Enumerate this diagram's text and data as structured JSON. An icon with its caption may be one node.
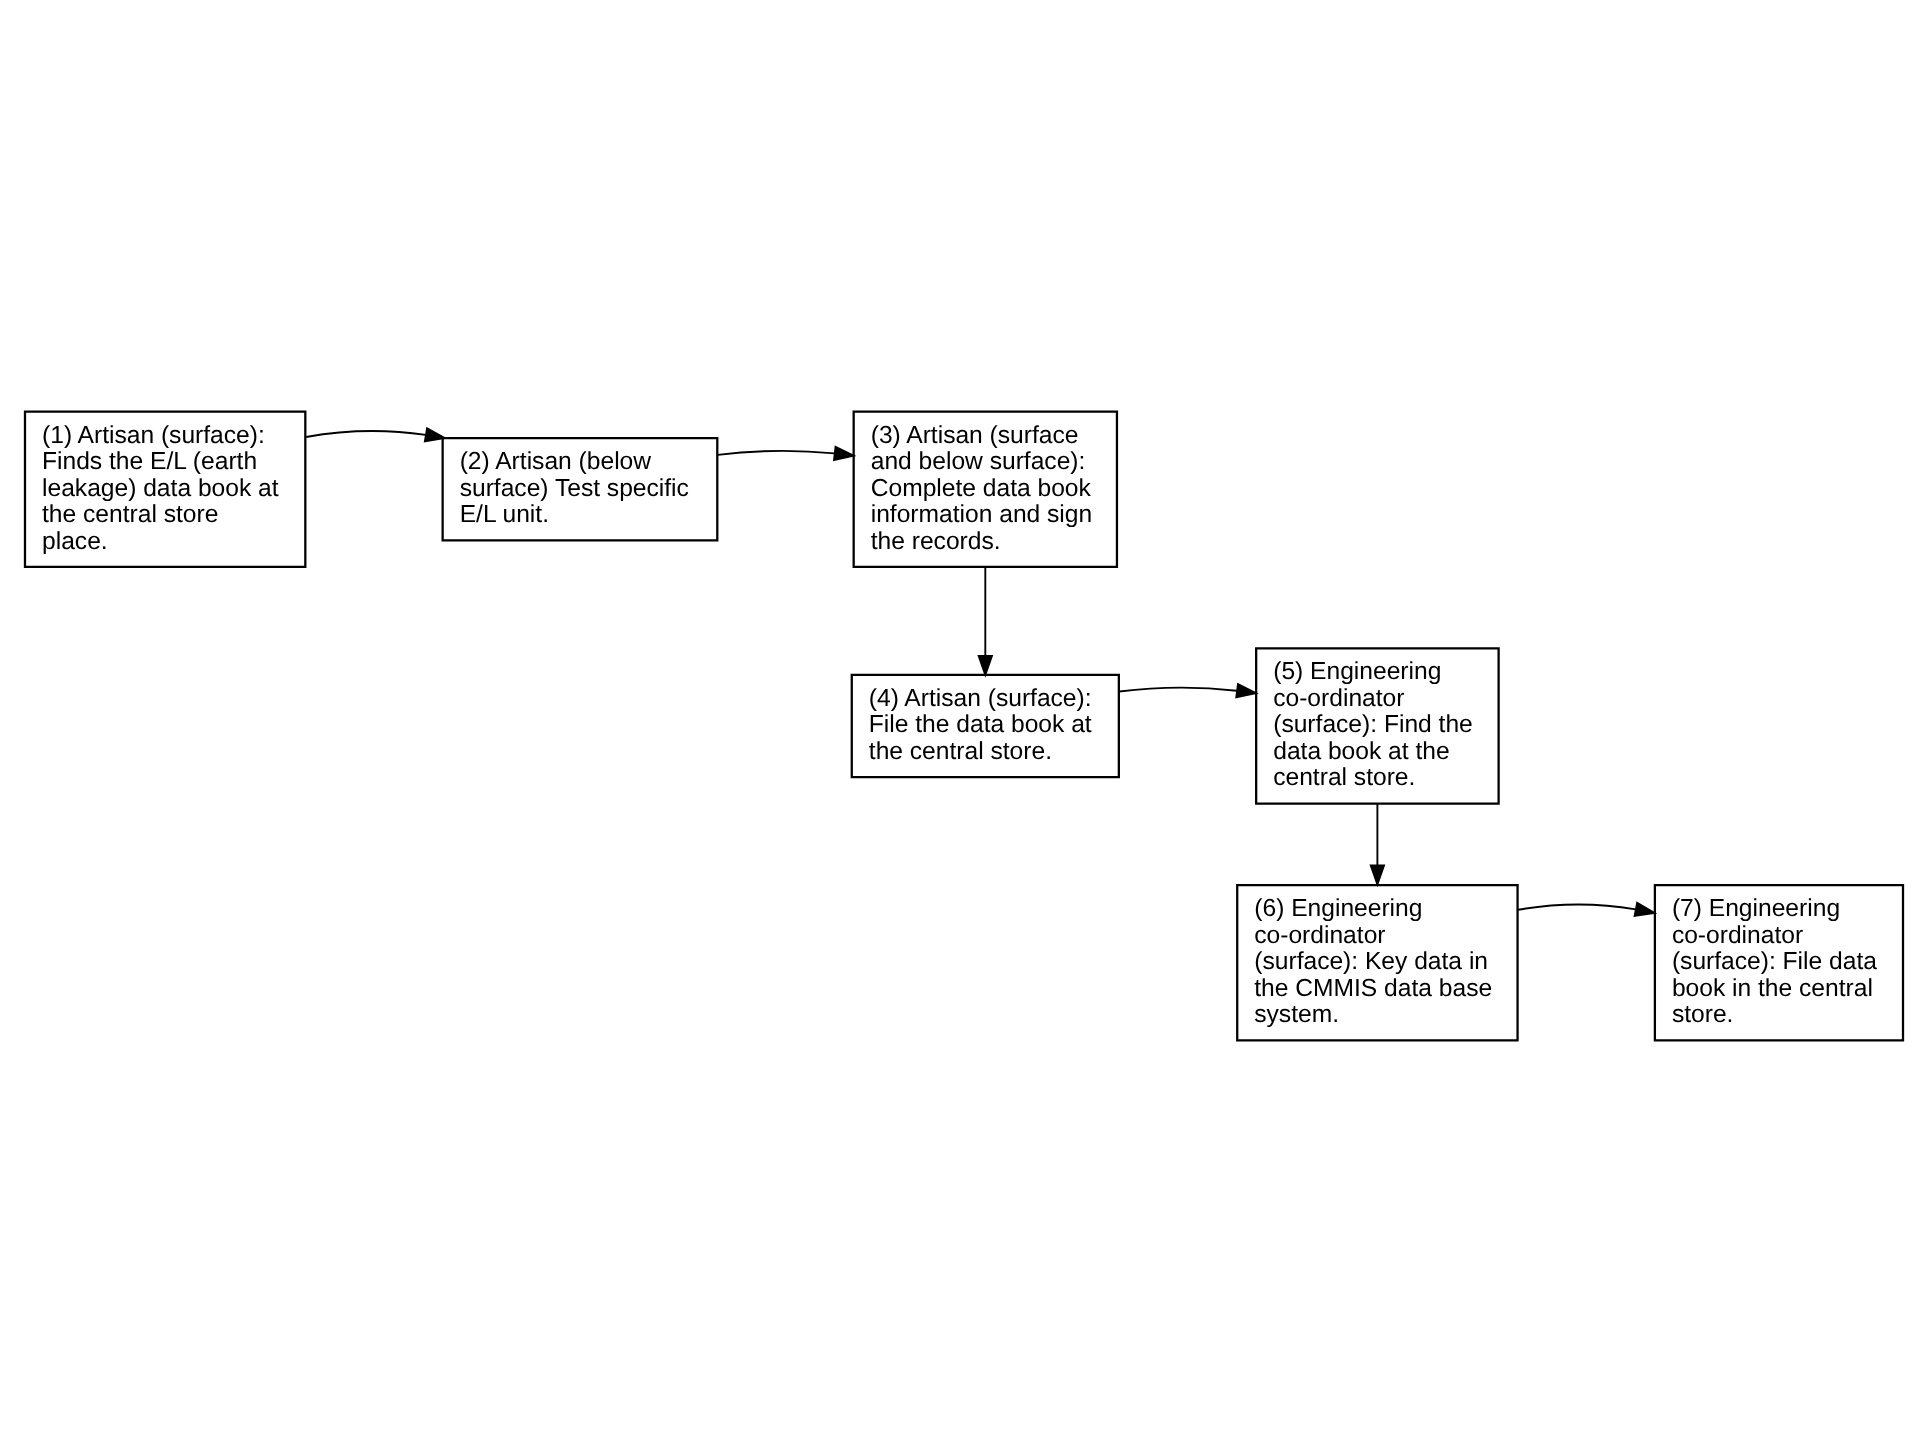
{
  "diagram": {
    "nodes": [
      {
        "text": [
          "(1) Artisan (surface): Finds the E/L (earth leakage) data book at the central store place."
        ]
      },
      {
        "text": [
          "(2) Artisan (below surface) Test specific E/L unit."
        ]
      },
      {
        "text": [
          "(3) Artisan (surface and below surface): Complete data book information and sign the records."
        ]
      },
      {
        "text": [
          "(4) Artisan (surface): File the data book at the central store."
        ]
      },
      {
        "text": [
          "(5) Engineering co-ordinator (surface): Find the data book at the central store."
        ]
      },
      {
        "text": [
          "(6) Engineering co-ordinator (surface): Key data in the CMMIS data base system."
        ]
      },
      {
        "text": [
          "(7) Engineering co-ordinator (surface): File data book in the central store."
        ]
      }
    ],
    "edges": [
      {
        "from": 0,
        "to": 1,
        "arrow": "to"
      },
      {
        "from": 1,
        "to": 2,
        "arrow": "to"
      },
      {
        "from": 2,
        "to": 3,
        "arrow": "to"
      },
      {
        "from": 3,
        "to": 4,
        "arrow": "to"
      },
      {
        "from": 4,
        "to": 5,
        "arrow": "to"
      },
      {
        "from": 5,
        "to": 6,
        "arrow": "to"
      }
    ]
  }
}
